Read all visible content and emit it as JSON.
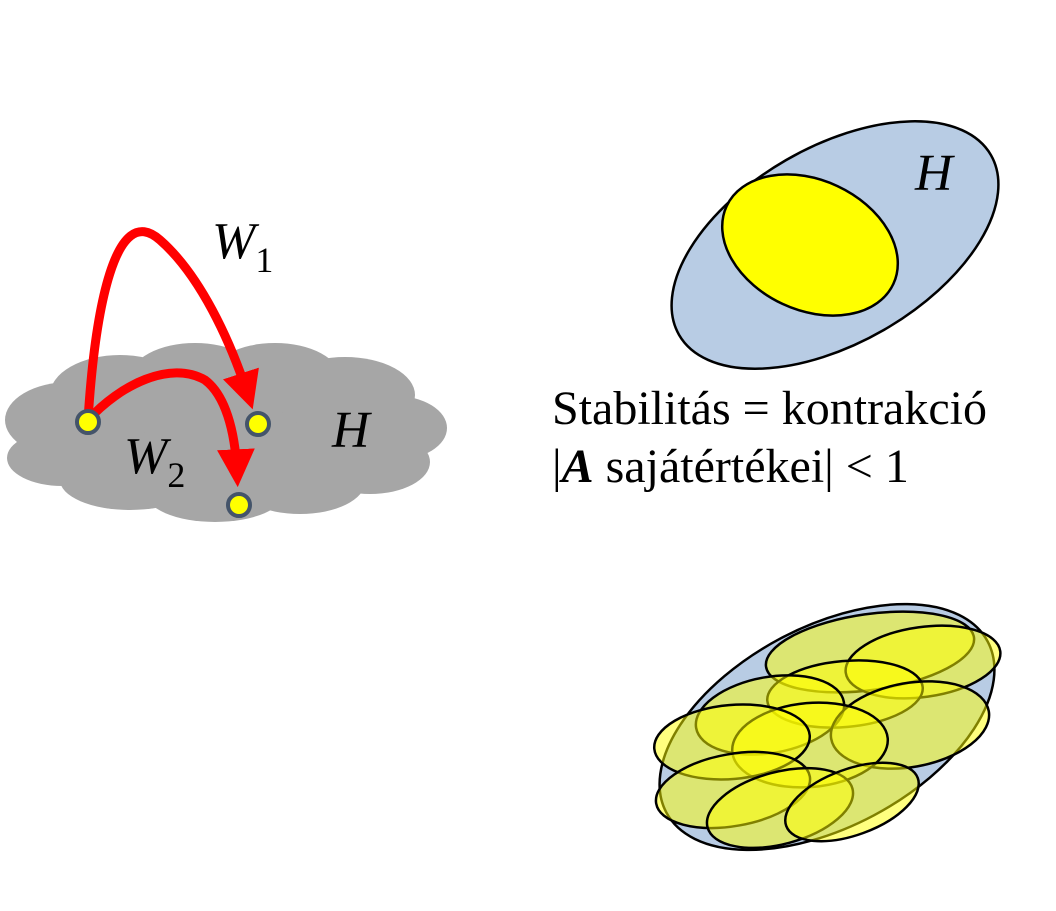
{
  "left_diagram": {
    "arrow_top_label": {
      "main": "W",
      "sub": "1"
    },
    "arrow_bottom_label": {
      "main": "W",
      "sub": "2"
    },
    "set_label": "H",
    "colors": {
      "cloud": "#a6a6a6",
      "arrow": "#ff0000",
      "node_fill": "#ffff00",
      "node_stroke": "#44546a"
    }
  },
  "right_top_diagram": {
    "set_label": "H",
    "colors": {
      "outer": "#b8cce4",
      "inner": "#ffff00",
      "stroke": "#000000"
    }
  },
  "caption": {
    "line1": "Stabilitás = kontrakció",
    "line2_prefix": "|",
    "line2_matrix": "A",
    "line2_rest": " sajátértékei| < 1"
  },
  "right_bottom_diagram": {
    "colors": {
      "outer": "#b8cce4",
      "covering": "#ffff00",
      "covering_opacity": 0.5,
      "stroke": "#000000"
    }
  }
}
